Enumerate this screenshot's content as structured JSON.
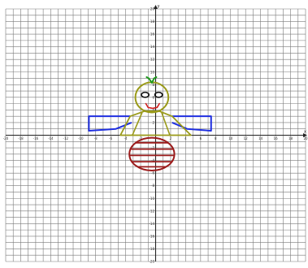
{
  "chart_data": {
    "type": "graph-paper-drawing",
    "title": "",
    "xlabel": "x",
    "ylabel": "y",
    "xlim": [
      -20,
      20
    ],
    "ylim": [
      -20,
      20
    ],
    "grid": true,
    "x_tick_labels": [
      "-20",
      "-18",
      "-16",
      "-14",
      "-12",
      "-10",
      "-8",
      "-6",
      "-4",
      "-2",
      "2",
      "4",
      "6",
      "8",
      "10",
      "12",
      "14",
      "16",
      "18",
      "20"
    ],
    "y_tick_labels": [
      "20",
      "18",
      "16",
      "14",
      "12",
      "10",
      "8",
      "6",
      "4",
      "2",
      "-2",
      "-4",
      "-6",
      "-8",
      "-10",
      "-12",
      "-14",
      "-16",
      "-18",
      "-20"
    ],
    "colors": {
      "grid": "#7a7a7a",
      "axis": "#222222",
      "head": "#9a9a1a",
      "eyes": "#111111",
      "mouth": "#d11f1f",
      "sprout": "#1f9a1f",
      "arms": "#1f2fe0",
      "body": "#9a9a1a",
      "skirt": "#9b1b1b"
    },
    "shapes": {
      "head": {
        "cx": -0.5,
        "cy": 6,
        "rx": 2.2,
        "ry": 2.4
      },
      "eyes": [
        {
          "cx": -1.4,
          "cy": 6.4,
          "rx": 0.5,
          "ry": 0.4
        },
        {
          "cx": 0.4,
          "cy": 6.4,
          "rx": 0.5,
          "ry": 0.4
        }
      ],
      "mouth": {
        "points": [
          [
            -1.3,
            5.0
          ],
          [
            -1.0,
            4.4
          ],
          [
            -0.4,
            4.25
          ],
          [
            0.2,
            4.4
          ],
          [
            0.5,
            5.0
          ]
        ]
      },
      "sprout": [
        {
          "points": [
            [
              -0.5,
              8.3
            ],
            [
              -0.9,
              9.0
            ],
            [
              -1.2,
              9.2
            ]
          ]
        },
        {
          "points": [
            [
              -0.5,
              8.3
            ],
            [
              -0.2,
              9.0
            ],
            [
              0.1,
              9.2
            ]
          ]
        }
      ],
      "arms": [
        {
          "points": [
            [
              -3.4,
              3.0
            ],
            [
              -8.9,
              3.0
            ],
            [
              -8.9,
              0.7
            ],
            [
              -5.3,
              1.0
            ],
            [
              -3.2,
              2.0
            ]
          ]
        },
        {
          "points": [
            [
              2.2,
              3.0
            ],
            [
              7.4,
              3.0
            ],
            [
              7.4,
              0.7
            ],
            [
              4.2,
              1.0
            ],
            [
              2.2,
              2.0
            ]
          ]
        }
      ],
      "body": {
        "points": [
          [
            -3.4,
            3.0
          ],
          [
            -1.5,
            3.8
          ],
          [
            0.5,
            3.8
          ],
          [
            2.2,
            3.0
          ],
          [
            4.7,
            0.0
          ],
          [
            -4.7,
            0.0
          ],
          [
            -3.4,
            3.0
          ]
        ]
      },
      "torso_sides": [
        {
          "points": [
            [
              -1.8,
              3.6
            ],
            [
              -3.1,
              0.0
            ]
          ]
        },
        {
          "points": [
            [
              0.8,
              3.6
            ],
            [
              1.9,
              0.0
            ]
          ]
        }
      ],
      "skirt": {
        "cx": -0.5,
        "cy": -3.0,
        "rx": 3.0,
        "ry": 2.6,
        "stripes": [
          -1.2,
          -2.2,
          -3.2,
          -4.2,
          -5.0
        ]
      }
    }
  }
}
